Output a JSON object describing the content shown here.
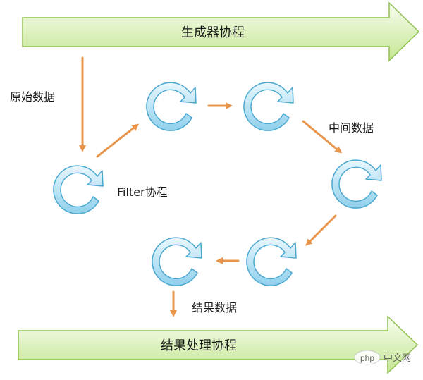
{
  "top_banner": {
    "label": "生成器协程"
  },
  "bottom_banner": {
    "label": "结果处理协程"
  },
  "labels": {
    "raw_data": "原始数据",
    "filter": "Filter协程",
    "intermediate_data": "中间数据",
    "result_data": "结果数据"
  },
  "watermark": {
    "text": "php",
    "site": "中文网"
  },
  "colors": {
    "banner_fill_light": "#f5fde8",
    "banner_fill_dark": "#b7e07a",
    "banner_stroke": "#8fbf4f",
    "arrow": "#e8944a",
    "cycle_fill": "#a9dcf1",
    "cycle_stroke": "#4aa8d0"
  }
}
